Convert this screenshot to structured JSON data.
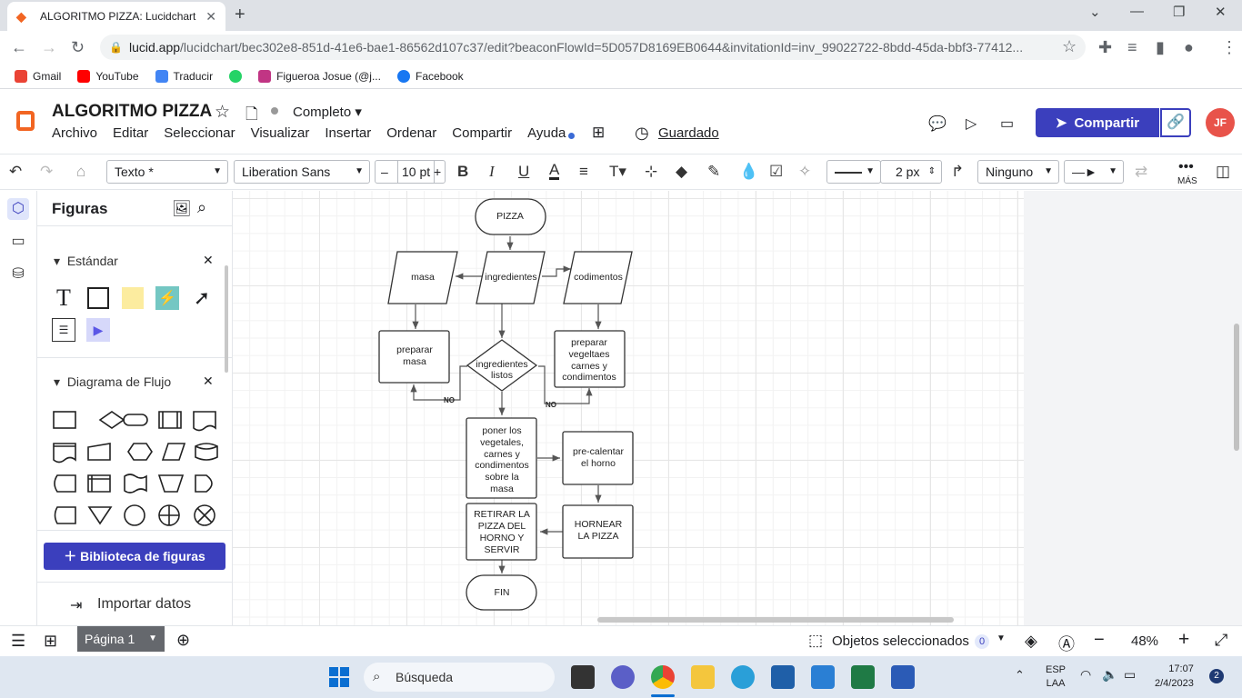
{
  "browser": {
    "tab_title": "ALGORITMO PIZZA: Lucidchart",
    "url_domain": "lucid.app",
    "url_path": "/lucidchart/bec302e8-851d-41e6-bae1-86562d107c37/edit?beaconFlowId=5D057D8169EB0644&invitationId=inv_99022722-8bdd-45da-bbf3-77412...",
    "bookmarks": [
      {
        "label": "Gmail",
        "color": "#ea4335"
      },
      {
        "label": "YouTube",
        "color": "#ff0000"
      },
      {
        "label": "Traducir",
        "color": "#4285f4"
      },
      {
        "label": "",
        "color": "#25d366"
      },
      {
        "label": "Figueroa Josue (@j...",
        "color": "#c13584"
      },
      {
        "label": "Facebook",
        "color": "#1877f2"
      }
    ]
  },
  "app": {
    "doc_title": "ALGORITMO PIZZA",
    "status": "Completo",
    "menu": [
      "Archivo",
      "Editar",
      "Seleccionar",
      "Visualizar",
      "Insertar",
      "Ordenar",
      "Compartir",
      "Ayuda"
    ],
    "saved": "Guardado",
    "share_label": "Compartir",
    "avatar_initials": "JF",
    "accent": "#3b3fbd"
  },
  "toolbar": {
    "text_style": "Texto *",
    "font": "Liberation Sans",
    "font_size": "10 pt",
    "line_width": "2 px",
    "endpoint": "Ninguno",
    "more": "MÁS"
  },
  "panel": {
    "title": "Figuras",
    "section_standard": "Estándar",
    "section_flow": "Diagrama de Flujo",
    "library_button": "Biblioteca de figuras",
    "import": "Importar datos"
  },
  "diagram": {
    "nodes": {
      "pizza": "PIZZA",
      "masa": "masa",
      "ingredientes": "ingredientes",
      "codimentos": "codimentos",
      "preparar_masa": [
        "preparar",
        "masa"
      ],
      "ingredientes_listos": [
        "ingredientes",
        "listos"
      ],
      "preparar_veg": [
        "preparar",
        "vegeltaes",
        "carnes y",
        "condimentos"
      ],
      "poner": [
        "poner los",
        "vegetales,",
        "carnes y",
        "condimentos",
        "sobre la",
        "masa"
      ],
      "precalentar": [
        "pre-calentar",
        "el horno"
      ],
      "retirar": [
        "RETIRAR LA",
        "PIZZA DEL",
        "HORNO Y",
        "SERVIR"
      ],
      "hornear": [
        "HORNEAR",
        "LA PIZZA"
      ],
      "fin": "FIN"
    },
    "edge_labels": {
      "no_left": "NO",
      "no_right": "NO"
    }
  },
  "bottom": {
    "page": "Página 1",
    "objects": "Objetos seleccionados",
    "objects_count": "0",
    "zoom": "48%"
  },
  "taskbar": {
    "search": "Búsqueda",
    "lang": "ESP",
    "lang2": "LAA",
    "time": "17:07",
    "date": "2/4/2023",
    "notifications": "2"
  }
}
